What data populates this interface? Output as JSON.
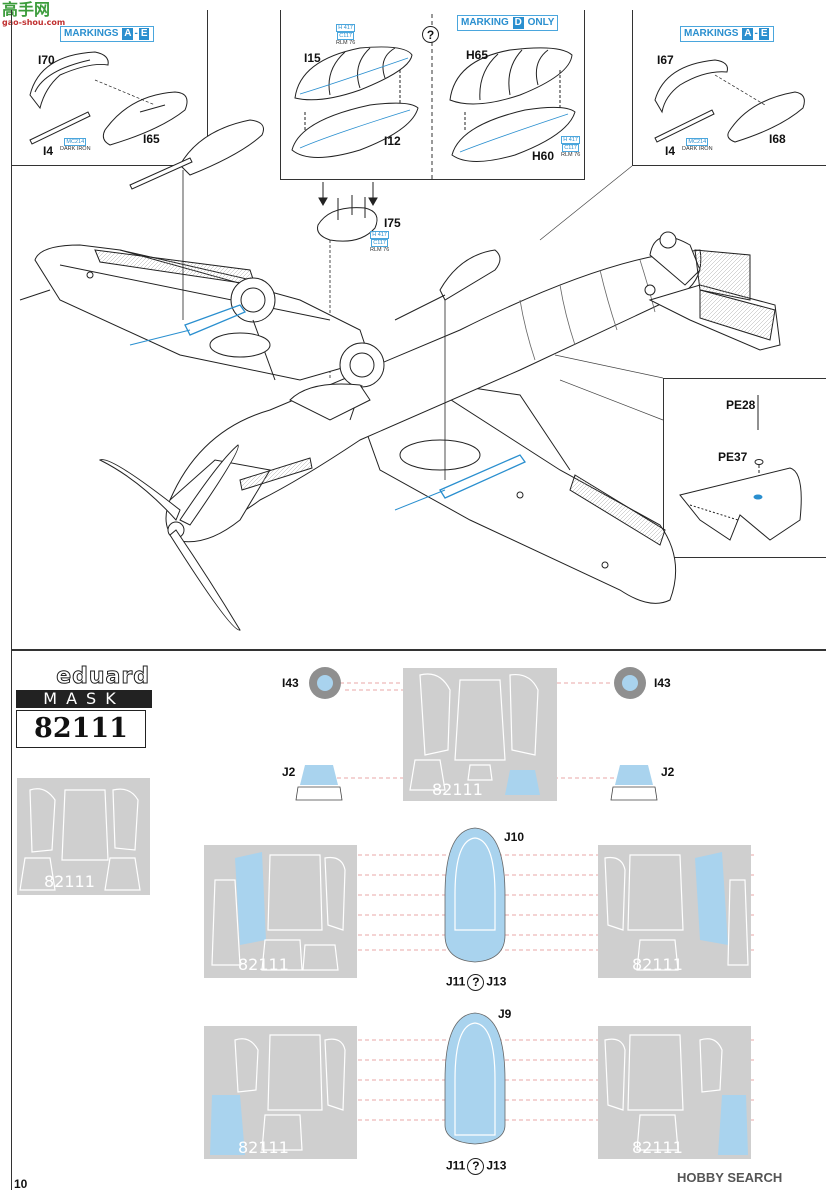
{
  "watermark": {
    "title": "高手网",
    "url": "gao-shou.com"
  },
  "markings": {
    "left": {
      "prefix": "MARKINGS",
      "letters": "A",
      "sep": "-",
      "letters2": "E"
    },
    "center": {
      "prefix": "MARKING",
      "letter": "D",
      "suffix": "ONLY"
    },
    "right": {
      "prefix": "MARKINGS",
      "letters": "A",
      "sep": "-",
      "letters2": "E"
    }
  },
  "parts": {
    "i70": "I70",
    "i65": "I65",
    "i4_left": "I4",
    "i15": "I15",
    "i12": "I12",
    "h65": "H65",
    "h60": "H60",
    "i67": "I67",
    "i68": "I68",
    "i4_right": "I4",
    "i75": "I75",
    "pe28": "PE28",
    "pe37": "PE37"
  },
  "paint": {
    "mc214_left": "MC214",
    "dark_iron_left": "DARK IRON",
    "mc214_right": "MC214",
    "dark_iron_right": "DARK IRON",
    "h417": "H 417",
    "c117": "C117",
    "rlm76": "RLM 76"
  },
  "question_mark": "?",
  "mask": {
    "brand": "eduard",
    "word": "MASK",
    "code": "82111",
    "sheet_code": "82111",
    "labels": {
      "i43_left": "I43",
      "i43_right": "I43",
      "j2_left": "J2",
      "j2_right": "J2",
      "j10": "J10",
      "j9": "J9",
      "j11_a": "J11",
      "j13_a": "J13",
      "j11_b": "J11",
      "j13_b": "J13"
    }
  },
  "page_number": "10",
  "source_logo": "HOBBY SEARCH",
  "colors": {
    "accent_blue": "#2a8fcf",
    "mask_blue": "#a9d3ee",
    "mask_gray": "#cfcfcf"
  }
}
